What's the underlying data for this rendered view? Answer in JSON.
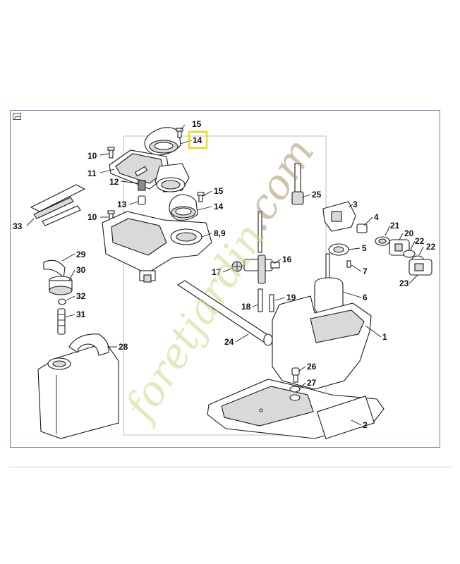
{
  "diagram": {
    "callouts": {
      "p1": "1",
      "p2": "2",
      "p3": "3",
      "p4": "4",
      "p5": "5",
      "p6": "6",
      "p7": "7",
      "p89": "8,9",
      "p10a": "10",
      "p10b": "10",
      "p11": "11",
      "p12": "12",
      "p13": "13",
      "p14a": "14",
      "p14b": "14",
      "p15a": "15",
      "p15b": "15",
      "p16": "16",
      "p17": "17",
      "p18": "18",
      "p19": "19",
      "p20": "20",
      "p21": "21",
      "p22a": "22",
      "p22b": "22",
      "p23": "23",
      "p24": "24",
      "p25": "25",
      "p26": "26",
      "p27": "27",
      "p28": "28",
      "p29": "29",
      "p30": "30",
      "p31": "31",
      "p32": "32",
      "p33": "33"
    },
    "highlight_color": "#f2d600",
    "frame_color": "#6a7fb5",
    "divider_color": "#f1c9a8"
  },
  "watermark": {
    "text_green": "foretjardin",
    "text_brown": ".com"
  }
}
